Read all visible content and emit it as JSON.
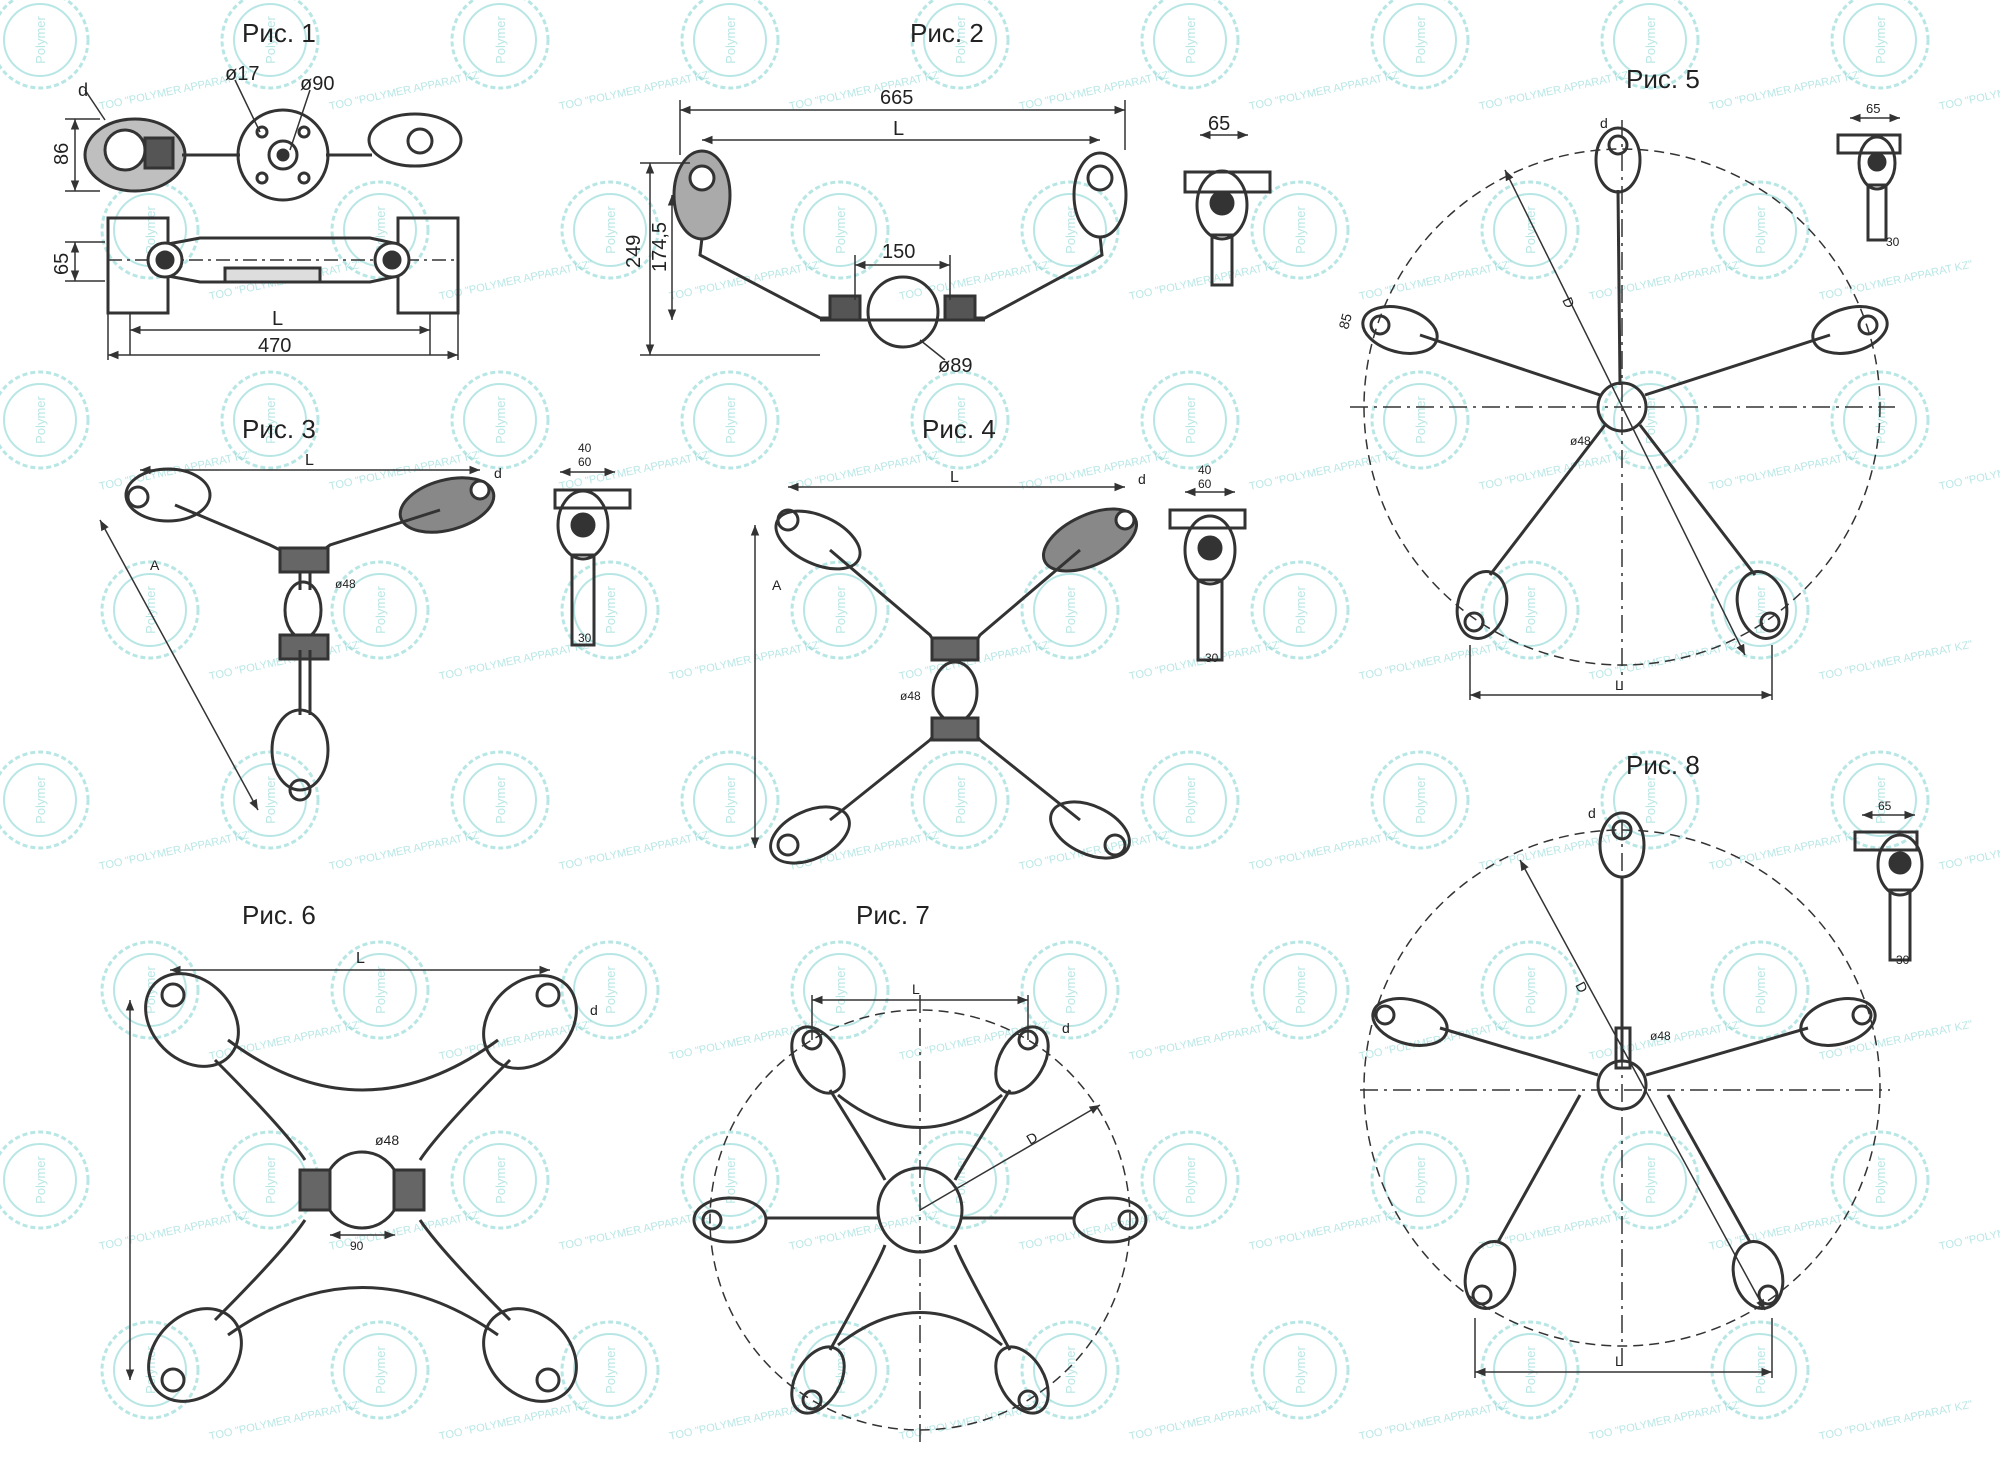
{
  "titles": [
    "Рис. 1",
    "Рис. 2",
    "Рис. 3",
    "Рис. 4",
    "Рис. 5",
    "Рис. 6",
    "Рис. 7",
    "Рис. 8"
  ],
  "watermark": {
    "text": "TOO \"POLYMER  APPARAT KZ\"",
    "seal_text": "Polymer",
    "color": "#7fd3d0"
  },
  "fig1": {
    "d": "d",
    "dia17": "ø17",
    "dia90": "ø90",
    "h86": "86",
    "h65": "65",
    "L": "L",
    "w470": "470"
  },
  "fig2": {
    "w665": "665",
    "L": "L",
    "h249": "249",
    "h174": "174,5",
    "w150": "150",
    "dia89": "ø89",
    "w65": "65"
  },
  "fig3": {
    "L": "L",
    "d": "d",
    "A": "A",
    "dia48": "ø48",
    "w40": "40",
    "w60": "60",
    "w30": "30"
  },
  "fig4": {
    "L": "L",
    "d": "d",
    "A": "A",
    "dia48": "ø48",
    "w40": "40",
    "w60": "60",
    "w30": "30"
  },
  "fig5": {
    "d": "d",
    "D": "D",
    "h85": "85",
    "dia48": "ø48",
    "L": "L",
    "w65": "65",
    "w30": "30"
  },
  "fig6": {
    "L": "L",
    "d": "d",
    "dia48": "ø48",
    "w90": "90"
  },
  "fig7": {
    "L": "L",
    "d": "d",
    "D": "D"
  },
  "fig8": {
    "d": "d",
    "D": "D",
    "dia48": "ø48",
    "L": "L",
    "w65": "65",
    "w30": "30"
  }
}
